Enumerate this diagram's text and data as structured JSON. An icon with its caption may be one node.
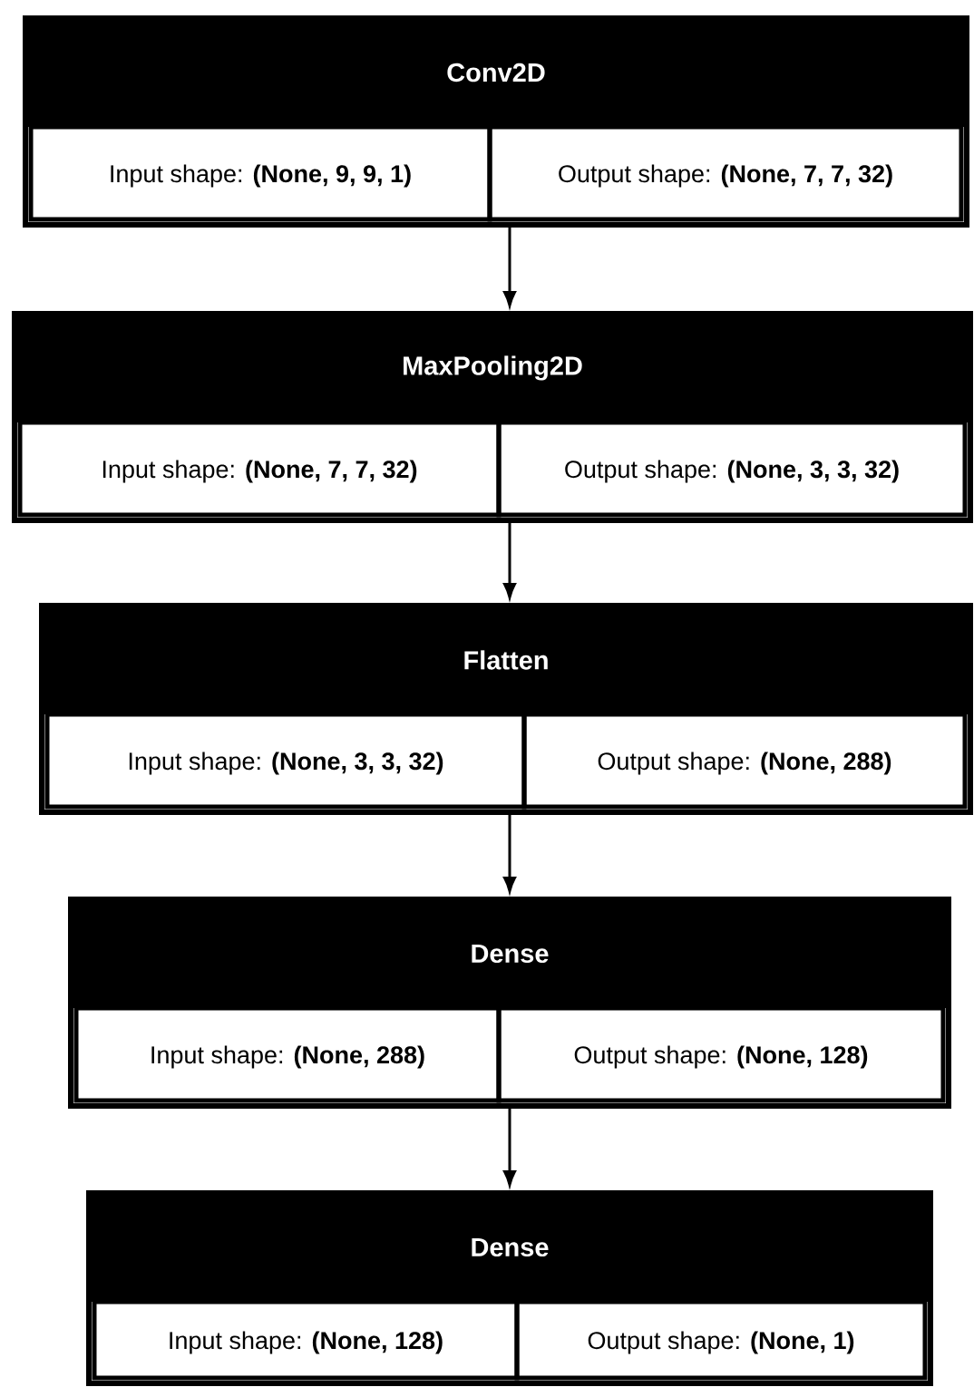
{
  "diagram": {
    "nodes": [
      {
        "text": [
          "Conv2D",
          "Input shape: **(None, 9, 9, 1)**",
          "Output shape: **(None, 7, 7, 32)**"
        ]
      },
      {
        "text": [
          "MaxPooling2D",
          "Input shape: **(None, 7, 7, 32)**",
          "Output shape: **(None, 3, 3, 32)**"
        ]
      },
      {
        "text": [
          "Flatten",
          "Input shape: **(None, 3, 3, 32)**",
          "Output shape: **(None, 288)**"
        ]
      },
      {
        "text": [
          "Dense",
          "Input shape: **(None, 288)**",
          "Output shape: **(None, 128)**"
        ]
      },
      {
        "text": [
          "Dense",
          "Input shape: **(None, 128)**",
          "Output shape: **(None, 1)**"
        ]
      }
    ],
    "edges": [
      {
        "from": 0,
        "to": 1,
        "arrow": "to"
      },
      {
        "from": 1,
        "to": 2,
        "arrow": "to"
      },
      {
        "from": 2,
        "to": 3,
        "arrow": "to"
      },
      {
        "from": 3,
        "to": 4,
        "arrow": "to"
      }
    ]
  }
}
